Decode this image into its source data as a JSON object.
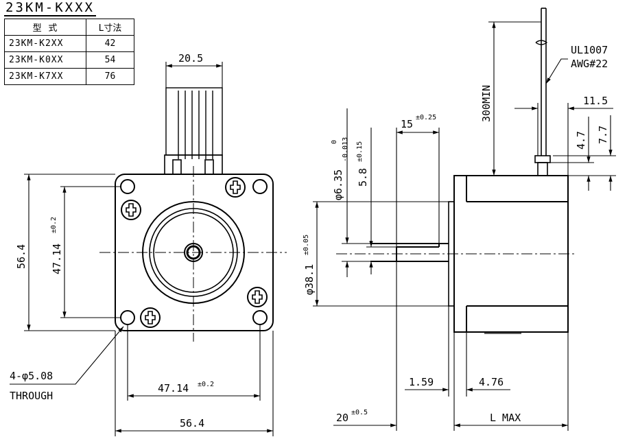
{
  "table": {
    "title": "23KM-KXXX",
    "headers": [
      "型 式",
      "L寸法"
    ],
    "rows": [
      {
        "model": "23KM-K2XX",
        "l": "42"
      },
      {
        "model": "23KM-K0XX",
        "l": "54"
      },
      {
        "model": "23KM-K7XX",
        "l": "76"
      }
    ]
  },
  "front_view": {
    "lead_width": "20.5",
    "body_height": "56.4",
    "hole_pitch_vertical": "47.14",
    "hole_pitch_vertical_tol": "±0.2",
    "hole_pitch_horizontal": "47.14",
    "hole_pitch_horizontal_tol": "±0.2",
    "body_width": "56.4",
    "holes_label": "4-φ5.08",
    "holes_note": "THROUGH"
  },
  "side_view": {
    "lead_spec_1": "UL1007",
    "lead_spec_2": "AWG#22",
    "lead_length": "300MIN",
    "lead_offset": "11.5",
    "dim_4_7": "4.7",
    "dim_7_7": "7.7",
    "flat_length": "15",
    "flat_length_tol": "±0.25",
    "shaft_dia": "φ6.35",
    "shaft_dia_tol_upper": "0",
    "shaft_dia_tol_lower": "-0.013",
    "flat_depth": "5.8",
    "flat_depth_tol": "±0.15",
    "pilot_dia": "φ38.1",
    "pilot_dia_tol": "±0.05",
    "pilot_thickness": "1.59",
    "flange_thickness": "4.76",
    "shaft_length": "20",
    "shaft_length_tol": "±0.5",
    "body_length": "L MAX"
  }
}
